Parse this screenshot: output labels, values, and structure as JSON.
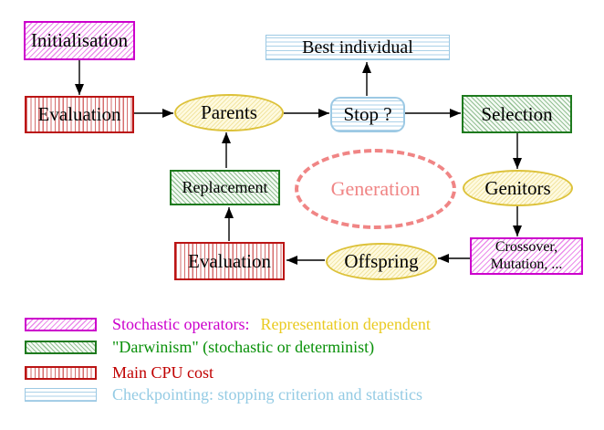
{
  "nodes": {
    "initialisation": "Initialisation",
    "evaluation_top": "Evaluation",
    "parents": "Parents",
    "best_individual": "Best individual",
    "stop": "Stop ?",
    "selection": "Selection",
    "genitors": "Genitors",
    "crossover_line1": "Crossover,",
    "crossover_line2": "Mutation, ...",
    "offspring": "Offspring",
    "evaluation_bottom": "Evaluation",
    "replacement": "Replacement",
    "generation": "Generation"
  },
  "edges": [
    {
      "from": "Initialisation",
      "to": "Evaluation"
    },
    {
      "from": "Evaluation",
      "to": "Parents"
    },
    {
      "from": "Parents",
      "to": "Stop ?"
    },
    {
      "from": "Stop ?",
      "to": "Best individual"
    },
    {
      "from": "Stop ?",
      "to": "Selection"
    },
    {
      "from": "Selection",
      "to": "Genitors"
    },
    {
      "from": "Genitors",
      "to": "Crossover, Mutation, ..."
    },
    {
      "from": "Crossover, Mutation, ...",
      "to": "Offspring"
    },
    {
      "from": "Offspring",
      "to": "Evaluation"
    },
    {
      "from": "Evaluation",
      "to": "Replacement"
    },
    {
      "from": "Replacement",
      "to": "Parents"
    }
  ],
  "legend": {
    "stochastic": {
      "label": "Stochastic operators:",
      "note": "Representation dependent"
    },
    "darwinism": {
      "label": "\"Darwinism\" (stochastic or determinist)"
    },
    "cpu": {
      "label": "Main CPU cost"
    },
    "checkpointing": {
      "label": "Checkpointing: stopping criterion and statistics"
    }
  },
  "colors": {
    "magenta": "#cc00cc",
    "red": "#bb1414",
    "red_text": "#c00000",
    "green": "#1e7a1e",
    "green_text": "#089008",
    "cyan": "#9cc9e4",
    "cyan_text": "#94cbe4",
    "yellow_border": "#ddc23a",
    "gold_text": "#e9ca20",
    "salmon": "#f08585",
    "arrow": "#000000"
  }
}
